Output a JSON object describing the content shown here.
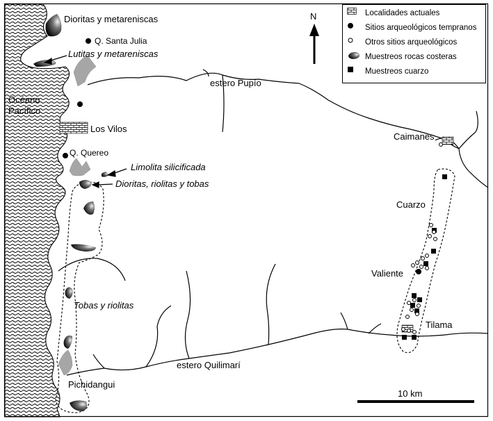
{
  "map": {
    "labels": {
      "dioritas_metareniscas": "Dioritas y metareniscas",
      "q_santa_julia": "Q. Santa Julia",
      "lutitas": "Lutitas y metareniscas",
      "estero_pupio": "estero Pupío",
      "oceano": "Océano",
      "pacifico": "Pacífico",
      "los_vilos": "Los Vilos",
      "q_quereo": "Q. Quereo",
      "limolita": "Limolita silicificada",
      "dioritas_riolitas": "Dioritas, riolitas y tobas",
      "caimanes": "Caimanes",
      "cuarzo": "Cuarzo",
      "valiente": "Valiente",
      "tobas_riolitas": "Tobas y riolitas",
      "tilama": "Tilama",
      "estero_quilimari": "estero Quilimarí",
      "pichidangui": "Pichidangui"
    },
    "north": "N",
    "scale": "10 km",
    "legend": [
      {
        "icon": "town-hatch-icon",
        "label": "Localidades actuales"
      },
      {
        "icon": "filled-circle-icon",
        "label": "Sitios arqueológicos tempranos"
      },
      {
        "icon": "open-circle-icon",
        "label": "Otros sitios arqueológicos"
      },
      {
        "icon": "rock-sample-icon",
        "label": "Muestreos rocas costeras"
      },
      {
        "icon": "filled-square-icon",
        "label": "Muestreos cuarzo"
      }
    ]
  }
}
